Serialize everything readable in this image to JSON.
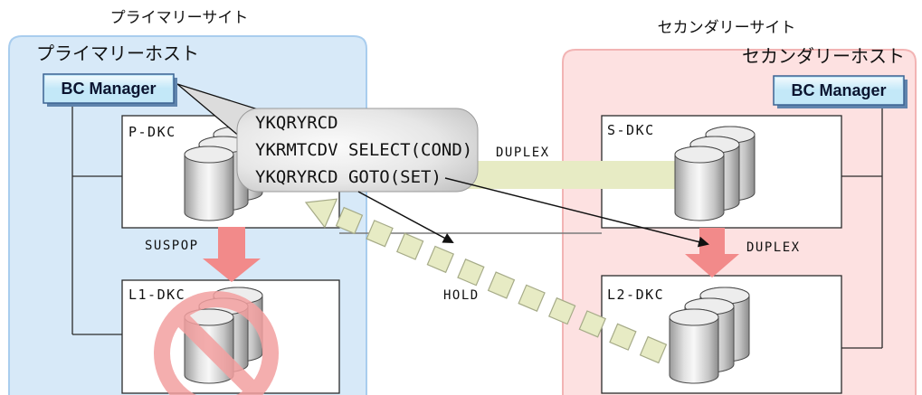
{
  "primary_site": {
    "title": "プライマリーサイト",
    "host_label": "プライマリーホスト",
    "bc_manager_label": "BC Manager",
    "main_storage_label": "P-DKC",
    "local_storage_label": "L1-DKC",
    "local_pair_status": "SUSPOP"
  },
  "secondary_site": {
    "title": "セカンダリーサイト",
    "host_label": "セカンダリーホスト",
    "bc_manager_label": "BC Manager",
    "main_storage_label": "S-DKC",
    "local_storage_label": "L2-DKC",
    "local_pair_status": "DUPLEX"
  },
  "commands": [
    "YKQRYRCD",
    "YKRMTCDV SELECT(COND)",
    "YKQRYRCD GOTO(SET)"
  ],
  "remote_copy": {
    "status": "DUPLEX"
  },
  "hold_path": {
    "status": "HOLD"
  },
  "colors": {
    "primary_site": "#d7e9f8",
    "secondary_site": "#fde1e1",
    "pair_transition_arrow": "#f28a8a",
    "copy_path": "#e7ebc4",
    "suspended_mark": "#f3a0a0",
    "bc_manager": "#c3e8f8"
  },
  "icons": {
    "storage_units": "disk-stack-icon",
    "suspended_mark": "prohibited-icon"
  }
}
